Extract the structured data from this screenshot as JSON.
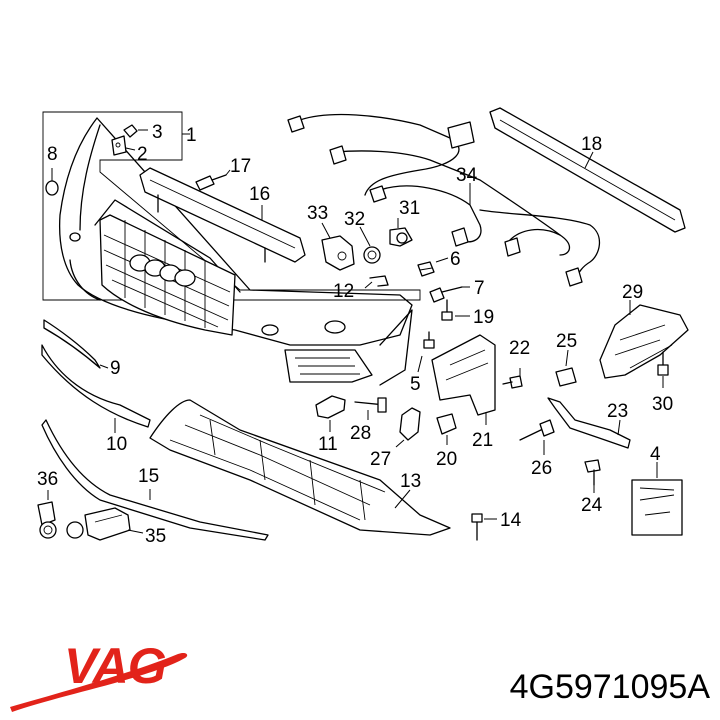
{
  "brand": {
    "name": "VAG",
    "color": "#e2231a"
  },
  "part_number": "4G5971095A",
  "callouts": {
    "c1": "1",
    "c2": "2",
    "c3": "3",
    "c4": "4",
    "c5": "5",
    "c6": "6",
    "c7": "7",
    "c8": "8",
    "c9": "9",
    "c10": "10",
    "c11": "11",
    "c12": "12",
    "c13": "13",
    "c14": "14",
    "c15": "15",
    "c16": "16",
    "c17": "17",
    "c18": "18",
    "c19": "19",
    "c20": "20",
    "c21": "21",
    "c22": "22",
    "c23": "23",
    "c24": "24",
    "c25": "25",
    "c26": "26",
    "c27": "27",
    "c28": "28",
    "c29": "29",
    "c30": "30",
    "c31": "31",
    "c32": "32",
    "c33": "33",
    "c34": "34",
    "c35": "35",
    "c36": "36"
  }
}
